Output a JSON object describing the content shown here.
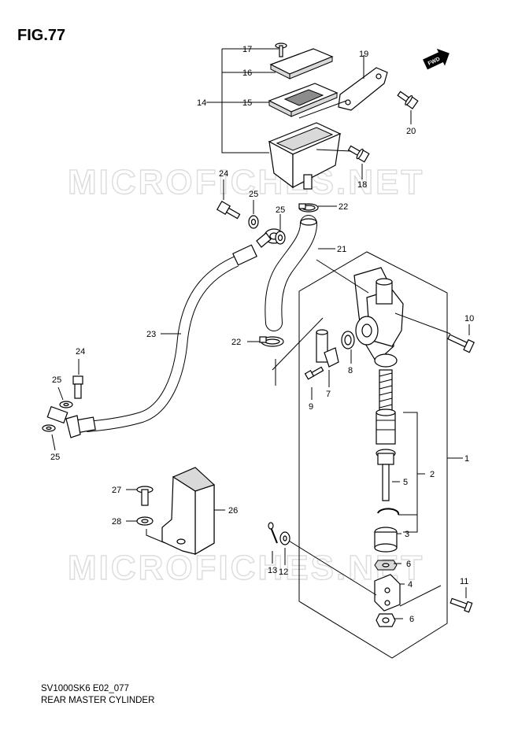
{
  "figure": {
    "title": "FIG.77",
    "model_code": "SV1000SK6 E02_077",
    "name": "REAR MASTER CYLINDER"
  },
  "watermark": "MICROFICHES.NET",
  "direction_arrow": "FWD",
  "callouts": {
    "c1": "1",
    "c2": "2",
    "c3": "3",
    "c4": "4",
    "c5": "5",
    "c6a": "6",
    "c6b": "6",
    "c7": "7",
    "c8": "8",
    "c9": "9",
    "c10": "10",
    "c11": "11",
    "c12": "12",
    "c13": "13",
    "c14": "14",
    "c15": "15",
    "c16": "16",
    "c17": "17",
    "c18": "18",
    "c19": "19",
    "c20": "20",
    "c21": "21",
    "c22a": "22",
    "c22b": "22",
    "c23": "23",
    "c24a": "24",
    "c24b": "24",
    "c25a": "25",
    "c25b": "25",
    "c25c": "25",
    "c25d": "25",
    "c26": "26",
    "c27": "27",
    "c28": "28"
  }
}
